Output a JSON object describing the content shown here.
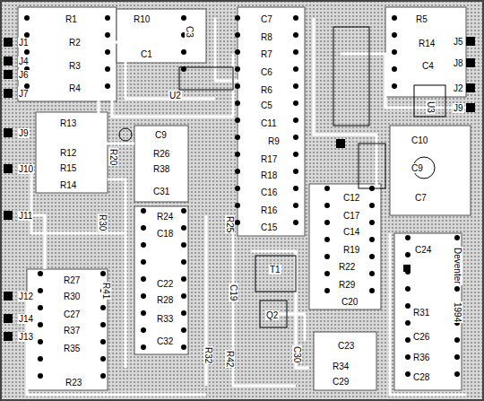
{
  "diagram": {
    "labels": [
      "J1",
      "J4",
      "J6",
      "J7",
      "R1",
      "R10",
      "R2",
      "C1",
      "R3",
      "R4",
      "U2",
      "C3",
      "C7",
      "R8",
      "R7",
      "C6",
      "R6",
      "C5",
      "C11",
      "R9",
      "R17",
      "R18",
      "C16",
      "R16",
      "C15",
      "R5",
      "R14",
      "C4",
      "U3",
      "J5",
      "J8",
      "J2",
      "J9",
      "R13",
      "R12",
      "R15",
      "R14",
      "J9",
      "J10",
      "J11",
      "R20",
      "C9",
      "R26",
      "R38",
      "C31",
      "C12",
      "C17",
      "C14",
      "R19",
      "R22",
      "R29",
      "C20",
      "C10",
      "C9",
      "C7",
      "C24",
      "R31",
      "C26",
      "R36",
      "C28",
      "C23",
      "R34",
      "C29",
      "R24",
      "C18",
      "C22",
      "R28",
      "R33",
      "C32",
      "R30",
      "R41",
      "R27",
      "R30",
      "C27",
      "R37",
      "R35",
      "R23",
      "J12",
      "J14",
      "J13",
      "R25",
      "C19",
      "R32",
      "R42",
      "C30",
      "T1",
      "Q2",
      "Deventer",
      "1994"
    ]
  }
}
